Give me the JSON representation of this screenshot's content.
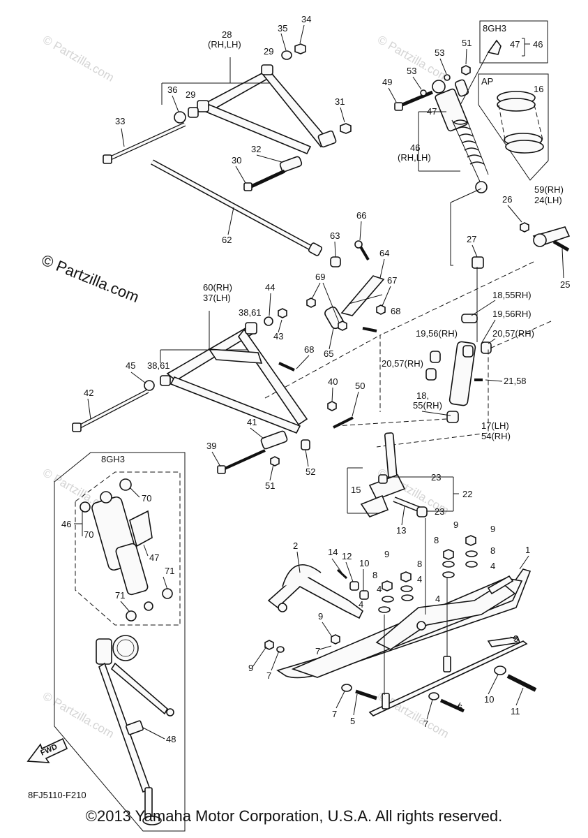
{
  "diagram_code": "8FJ5110-F210",
  "copyright": "©2013 Yamaha Motor Corporation, U.S.A. All rights reserved.",
  "watermark_main": "© Partzilla.com",
  "watermark_small": "© Partzilla.com",
  "fwd_label": "FWD",
  "inset_8gh3_top": {
    "title": "8GH3",
    "callout_47": "47",
    "callout_46": "46"
  },
  "inset_ap": {
    "title": "AP",
    "callout_16": "16"
  },
  "inset_8gh3_bottom": {
    "title": "8GH3"
  },
  "labels": {
    "l28": "28",
    "l28s": "(RH,LH)",
    "l29a": "29",
    "l29b": "29",
    "l35": "35",
    "l34": "34",
    "l36": "36",
    "l33": "33",
    "l31": "31",
    "l32": "32",
    "l30": "30",
    "l62": "62",
    "l53a": "53",
    "l53b": "53",
    "l51a": "51",
    "l49": "49",
    "l47": "47",
    "l46": "46",
    "l46s": "(RH,LH)",
    "l26": "26",
    "l59": "59(RH)",
    "l24": "24(LH)",
    "l25": "25",
    "l66": "66",
    "l63": "63",
    "l64": "64",
    "l27": "27",
    "l69": "69",
    "l67": "67",
    "l68a": "68",
    "l60": "60(RH)",
    "l37": "37(LH)",
    "l44": "44",
    "l3861a": "38,61",
    "l43": "43",
    "l1855": "18,55RH)",
    "l1956a": "19,56RH)",
    "l1956b": "19,56(RH)",
    "l2057a": "20,57(RH)",
    "l65": "65",
    "l68b": "68",
    "l2057b": "20,57(RH)",
    "l45": "45",
    "l3861b": "38,61",
    "l2158": "21,58",
    "l40": "40",
    "l50": "50",
    "l42": "42",
    "l18": "18,",
    "l55": "55(RH)",
    "l17": "17(LH)",
    "l54": "54(RH)",
    "l41": "41",
    "l39": "39",
    "l51b": "51",
    "l52": "52",
    "l23a": "23",
    "l23b": "23",
    "l22": "22",
    "l15": "15",
    "l13": "13",
    "l70a": "70",
    "l46b": "46",
    "l70b": "70",
    "l47b": "47",
    "l71a": "71",
    "l71b": "71",
    "l48": "48",
    "l9a": "9",
    "l9b": "9",
    "l8a": "8",
    "l8b": "8",
    "l4a": "4",
    "l1": "1",
    "l2": "2",
    "l14": "14",
    "l12": "12",
    "l10a": "10",
    "l9c": "9",
    "l8c": "8",
    "l8d": "8",
    "l4b": "4",
    "l4c": "4",
    "l4d": "4",
    "l9d": "9",
    "l7a": "7",
    "l3": "3",
    "l9e": "9",
    "l7b": "7",
    "l7c": "7",
    "l5": "5",
    "l6": "6",
    "l7d": "7",
    "l10b": "10",
    "l11": "11"
  }
}
